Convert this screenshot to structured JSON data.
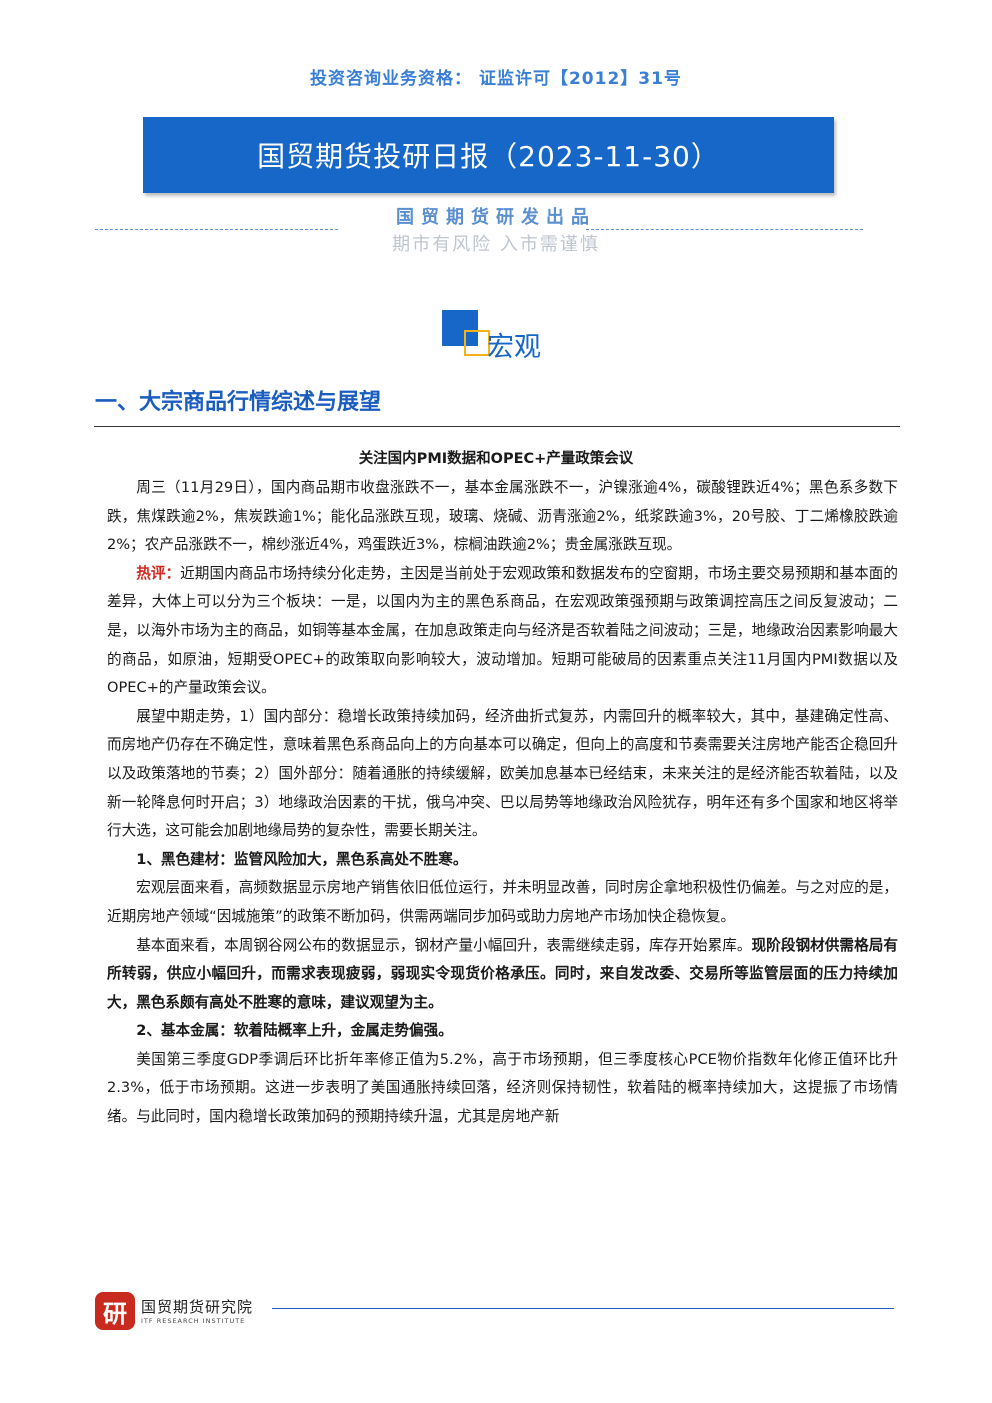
{
  "header": {
    "license": "投资咨询业务资格： 证监许可【2012】31号",
    "banner_title": "国贸期货投研日报（2023-11-30）",
    "producer": "国贸期货研发出品",
    "motto": "期市有风险 入市需谨慎"
  },
  "section": {
    "label": "宏观",
    "heading": "一、大宗商品行情综述与展望"
  },
  "article": {
    "title": "关注国内PMI数据和OPEC+产量政策会议",
    "p1": "周三（11月29日），国内商品期市收盘涨跌不一，基本金属涨跌不一，沪镍涨逾4%，碳酸锂跌近4%；黑色系多数下跌，焦煤跌逾2%，焦炭跌逾1%；能化品涨跌互现，玻璃、烧碱、沥青涨逾2%，纸浆跌逾3%，20号胶、丁二烯橡胶跌逾2%；农产品涨跌不一，棉纱涨近4%，鸡蛋跌近3%，棕榈油跌逾2%；贵金属涨跌互现。",
    "p2_label": "热评：",
    "p2": "近期国内商品市场持续分化走势，主因是当前处于宏观政策和数据发布的空窗期，市场主要交易预期和基本面的差异，大体上可以分为三个板块：一是，以国内为主的黑色系商品，在宏观政策强预期与政策调控高压之间反复波动；二是，以海外市场为主的商品，如铜等基本金属，在加息政策走向与经济是否软着陆之间波动；三是，地缘政治因素影响最大的商品，如原油，短期受OPEC+的政策取向影响较大，波动增加。短期可能破局的因素重点关注11月国内PMI数据以及OPEC+的产量政策会议。",
    "p3": "展望中期走势，1）国内部分：稳增长政策持续加码，经济曲折式复苏，内需回升的概率较大，其中，基建确定性高、而房地产仍存在不确定性，意味着黑色系商品向上的方向基本可以确定，但向上的高度和节奏需要关注房地产能否企稳回升以及政策落地的节奏；2）国外部分：随着通胀的持续缓解，欧美加息基本已经结束，未来关注的是经济能否软着陆，以及新一轮降息何时开启；3）地缘政治因素的干扰，俄乌冲突、巴以局势等地缘政治风险犹存，明年还有多个国家和地区将举行大选，这可能会加剧地缘局势的复杂性，需要长期关注。",
    "s1_heading": "1、黑色建材：监管风险加大，黑色系高处不胜寒。",
    "p4": "宏观层面来看，高频数据显示房地产销售依旧低位运行，并未明显改善，同时房企拿地积极性仍偏差。与之对应的是，近期房地产领域“因城施策”的政策不断加码，供需两端同步加码或助力房地产市场加快企稳恢复。",
    "p5_normal": "基本面来看，本周钢谷网公布的数据显示，钢材产量小幅回升，表需继续走弱，库存开始累库。",
    "p5_bold": "现阶段钢材供需格局有所转弱，供应小幅回升，而需求表现疲弱，弱现实令现货价格承压。同时，来自发改委、交易所等监管层面的压力持续加大，黑色系颇有高处不胜寒的意味，建议观望为主。",
    "s2_heading": "2、基本金属：软着陆概率上升，金属走势偏强。",
    "p6": "美国第三季度GDP季调后环比折年率修正值为5.2%，高于市场预期，但三季度核心PCE物价指数年化修正值环比升2.3%，低于市场预期。这进一步表明了美国通胀持续回落，经济则保持韧性，软着陆的概率持续加大，这提振了市场情绪。与此同时，国内稳增长政策加码的预期持续升温，尤其是房地产新"
  },
  "footer": {
    "logo_char": "研",
    "org_name": "国贸期货研究院",
    "org_en": "ITF RESEARCH INSTITUTE"
  },
  "colors": {
    "banner_blue": "#1667c8",
    "license_blue": "#3a7fd6",
    "accent_yellow": "#f2b21c",
    "hot_red": "#d2281f"
  }
}
